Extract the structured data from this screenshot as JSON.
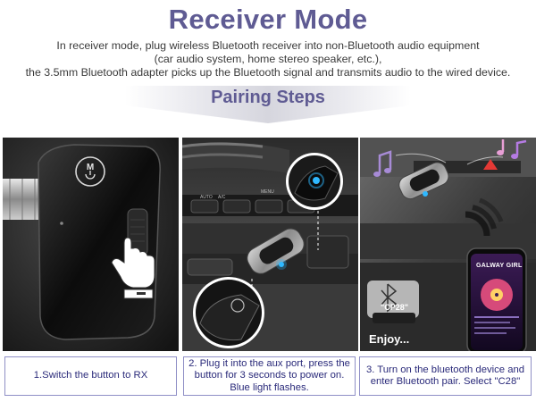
{
  "header": {
    "title": "Receiver Mode",
    "description_lines": [
      "In receiver mode, plug wireless Bluetooth receiver into non-Bluetooth audio equipment",
      "(car audio system, home stereo speaker, etc.),",
      "the 3.5mm Bluetooth adapter picks up the Bluetooth signal and transmits audio to the wired device."
    ]
  },
  "steps_heading": "Pairing Steps",
  "steps": [
    {
      "caption": "1.Switch the button to RX",
      "device_button_label": "M"
    },
    {
      "caption": "2. Plug it into the aux port, press the button for 3 seconds to power on. Blue light flashes."
    },
    {
      "caption": "3. Turn on the bluetooth device and enter Bluetooth pair. Select \"C28\"",
      "bluetooth_device_label": "\"CP28\"",
      "overlay_text": "Enjoy...",
      "phone_screen_title": "GALWAY GIRL"
    }
  ],
  "colors": {
    "title": "#5f5b93",
    "caption_border": "#8f8fc6",
    "caption_text": "#2a2a7a",
    "status_light": "#2fb8ff"
  }
}
